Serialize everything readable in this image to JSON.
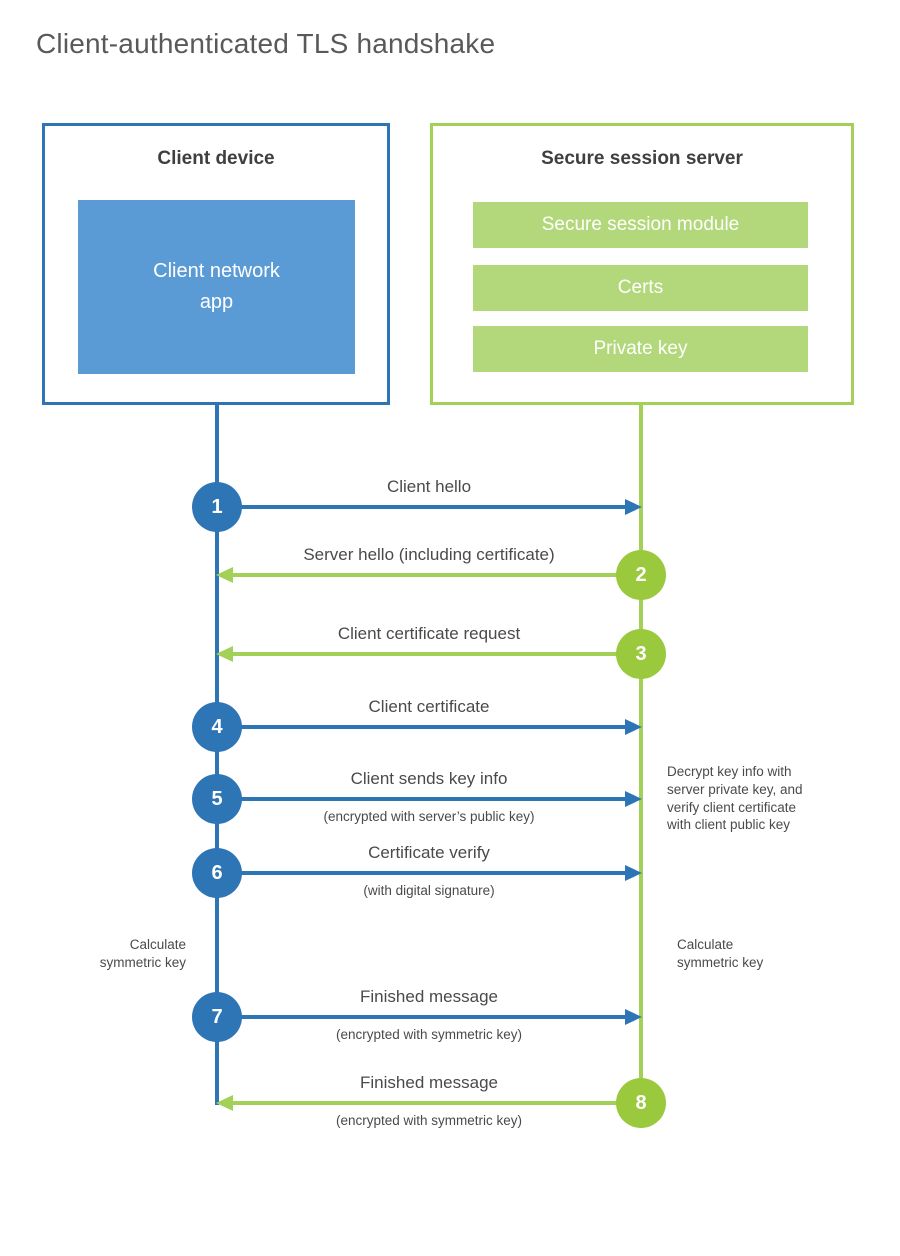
{
  "title": "Client-authenticated TLS handshake",
  "colors": {
    "blue": "#2e75b6",
    "blue_fill": "#5b9bd5",
    "green": "#a3d158",
    "green_circle": "#9bc93e",
    "green_fill": "#b3d87b",
    "title_gray": "#595959",
    "text_dark": "#3f3f3f",
    "text_label": "#4a4a4a"
  },
  "client": {
    "title": "Client device",
    "app_label": "Client network\napp"
  },
  "server": {
    "title": "Secure session server",
    "modules": [
      "Secure session module",
      "Certs",
      "Private key"
    ]
  },
  "steps": [
    {
      "num": "1",
      "label": "Client hello",
      "sublabel": "",
      "direction": "right",
      "color": "blue"
    },
    {
      "num": "2",
      "label": "Server hello (including certificate)",
      "sublabel": "",
      "direction": "left",
      "color": "green"
    },
    {
      "num": "3",
      "label": "Client certificate request",
      "sublabel": "",
      "direction": "left",
      "color": "green"
    },
    {
      "num": "4",
      "label": "Client certificate",
      "sublabel": "",
      "direction": "right",
      "color": "blue"
    },
    {
      "num": "5",
      "label": "Client sends key info",
      "sublabel": "(encrypted with server’s public key)",
      "direction": "right",
      "color": "blue"
    },
    {
      "num": "6",
      "label": "Certificate verify",
      "sublabel": "(with digital signature)",
      "direction": "right",
      "color": "blue"
    },
    {
      "num": "7",
      "label": "Finished message",
      "sublabel": "(encrypted with symmetric key)",
      "direction": "right",
      "color": "blue"
    },
    {
      "num": "8",
      "label": "Finished message",
      "sublabel": "(encrypted with symmetric key)",
      "direction": "left",
      "color": "green"
    }
  ],
  "notes": {
    "decrypt": "Decrypt key info with\nserver private key, and\nverify client certificate\nwith client public key",
    "calc_left": "Calculate\nsymmetric key",
    "calc_right": "Calculate\nsymmetric key"
  }
}
